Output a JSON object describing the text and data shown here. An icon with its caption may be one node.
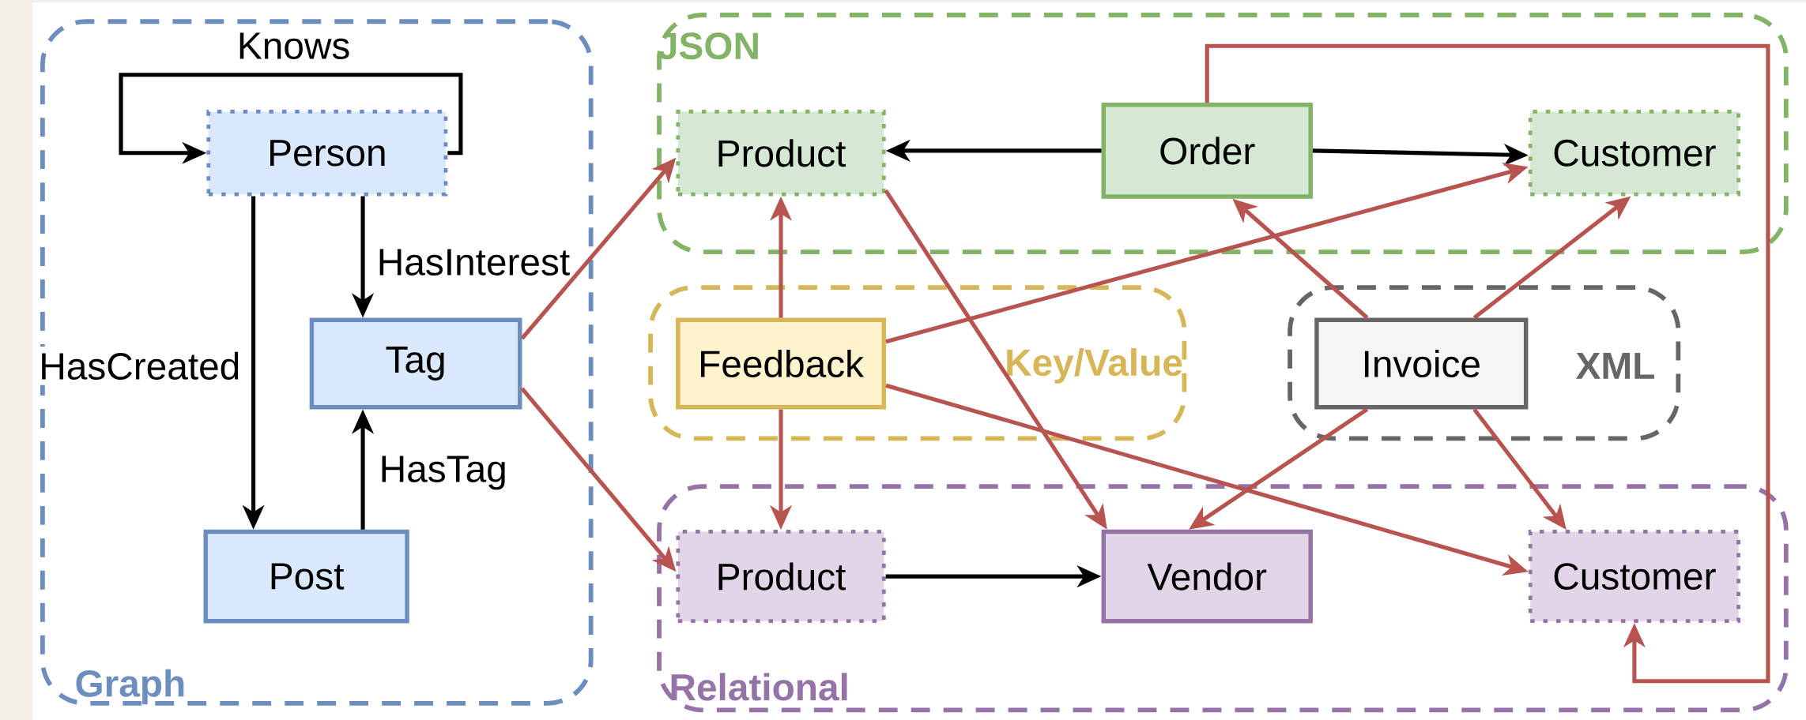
{
  "diagram": {
    "nodes": [
      {
        "text": [
          "Graph"
        ]
      },
      {
        "text": [
          "Person"
        ],
        "in": 0
      },
      {
        "text": [
          "Tag"
        ],
        "in": 0
      },
      {
        "text": [
          "Post"
        ],
        "in": 0
      },
      {
        "text": [
          "JSON"
        ]
      },
      {
        "text": [
          "Product"
        ],
        "in": 4
      },
      {
        "text": [
          "Order"
        ],
        "in": 4
      },
      {
        "text": [
          "Customer"
        ],
        "in": 4
      },
      {
        "text": [
          "Key/Value"
        ]
      },
      {
        "text": [
          "Feedback"
        ],
        "in": 8
      },
      {
        "text": [
          "XML"
        ]
      },
      {
        "text": [
          "Invoice"
        ],
        "in": 10
      },
      {
        "text": [
          "Relational"
        ]
      },
      {
        "text": [
          "Product"
        ],
        "in": 12
      },
      {
        "text": [
          "Vendor"
        ],
        "in": 12
      },
      {
        "text": [
          "Customer"
        ],
        "in": 12
      }
    ],
    "edges": [
      {
        "from": 1,
        "to": 1,
        "arrow": "to",
        "label": "Knows",
        "color": "#000000"
      },
      {
        "from": 1,
        "to": 2,
        "arrow": "to",
        "label": "HasInterest",
        "color": "#000000"
      },
      {
        "from": 1,
        "to": 3,
        "arrow": "to",
        "label": "HasCreated",
        "color": "#000000"
      },
      {
        "from": 3,
        "to": 2,
        "arrow": "to",
        "label": "HasTag",
        "color": "#000000"
      },
      {
        "from": 2,
        "to": 5,
        "arrow": "to"
      },
      {
        "from": 2,
        "to": 13,
        "arrow": "to"
      },
      {
        "from": 6,
        "to": 5,
        "arrow": "to",
        "color": "#000000"
      },
      {
        "from": 6,
        "to": 7,
        "arrow": "to",
        "color": "#000000"
      },
      {
        "from": 6,
        "to": 15,
        "arrow": "to"
      },
      {
        "from": 5,
        "to": 14,
        "arrow": "to"
      },
      {
        "from": 9,
        "to": 5,
        "arrow": "to"
      },
      {
        "from": 9,
        "to": 7,
        "arrow": "to"
      },
      {
        "from": 9,
        "to": 13,
        "arrow": "to"
      },
      {
        "from": 9,
        "to": 15,
        "arrow": "to"
      },
      {
        "from": 11,
        "to": 6,
        "arrow": "to"
      },
      {
        "from": 11,
        "to": 7,
        "arrow": "to"
      },
      {
        "from": 11,
        "to": 14,
        "arrow": "to"
      },
      {
        "from": 11,
        "to": 15,
        "arrow": "to"
      },
      {
        "from": 13,
        "to": 14,
        "arrow": "to",
        "color": "#000000"
      }
    ]
  }
}
